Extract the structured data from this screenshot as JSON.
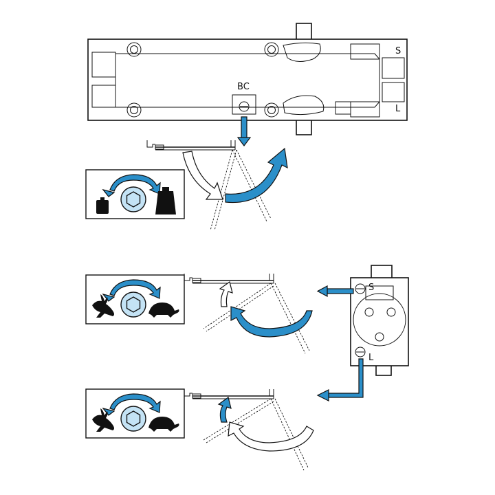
{
  "labels": {
    "top_s": "S",
    "top_l": "L",
    "bc": "BC",
    "side_s": "S",
    "side_l": "L"
  },
  "colors": {
    "accent_blue": "#2b8fc9",
    "valve_fill": "#c4e3f5",
    "outline": "#111111"
  },
  "icons": {
    "panel_1": [
      "small-weight-icon",
      "valve-hex-icon",
      "large-weight-icon"
    ],
    "panel_2": [
      "hare-icon",
      "valve-hex-icon",
      "tortoise-icon"
    ],
    "panel_3": [
      "hare-icon",
      "valve-hex-icon",
      "tortoise-icon"
    ]
  }
}
